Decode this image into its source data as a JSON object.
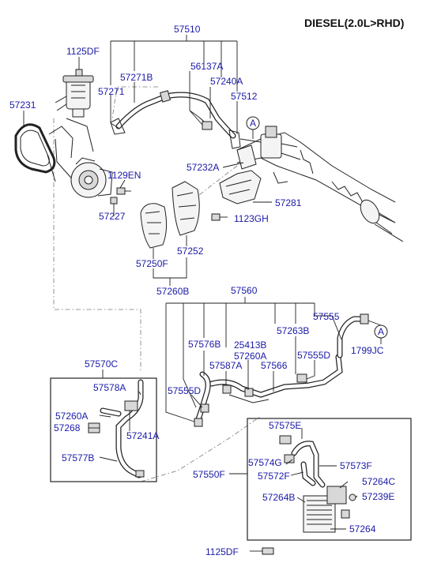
{
  "title": "DIESEL(2.0L>RHD)",
  "labels": {
    "p57510": "57510",
    "p1125DF_top": "1125DF",
    "p57271B": "57271B",
    "p56137A": "56137A",
    "p57240A": "57240A",
    "p57271": "57271",
    "p57512": "57512",
    "p57231": "57231",
    "refA_top": "A",
    "p57232A": "57232A",
    "p1129EN": "1129EN",
    "p57227": "57227",
    "p57281": "57281",
    "p1123GH": "1123GH",
    "p57250F": "57250F",
    "p57252": "57252",
    "p57260B": "57260B",
    "p57560": "57560",
    "p57555": "57555",
    "refA_bottom": "A",
    "p1799JC": "1799JC",
    "p57263B": "57263B",
    "p57576B": "57576B",
    "p25413B": "25413B",
    "p57260A_mid": "57260A",
    "p57555D_right": "57555D",
    "p57587A": "57587A",
    "p57566": "57566",
    "p57570C": "57570C",
    "p57555D_left": "57555D",
    "p57578A": "57578A",
    "p57260A_box": "57260A",
    "p57268": "57268",
    "p57241A": "57241A",
    "p57577B": "57577B",
    "p57575E": "57575E",
    "p57574G": "57574G",
    "p57573F": "57573F",
    "p57550F": "57550F",
    "p57572F": "57572F",
    "p57264C": "57264C",
    "p57264B": "57264B",
    "p57239E": "57239E",
    "p57264": "57264",
    "p1125DF_bottom": "1125DF"
  },
  "colors": {
    "label_text": "#1a1aa8",
    "title_text": "#111111",
    "line": "#1f1f1f",
    "background": "#ffffff"
  }
}
